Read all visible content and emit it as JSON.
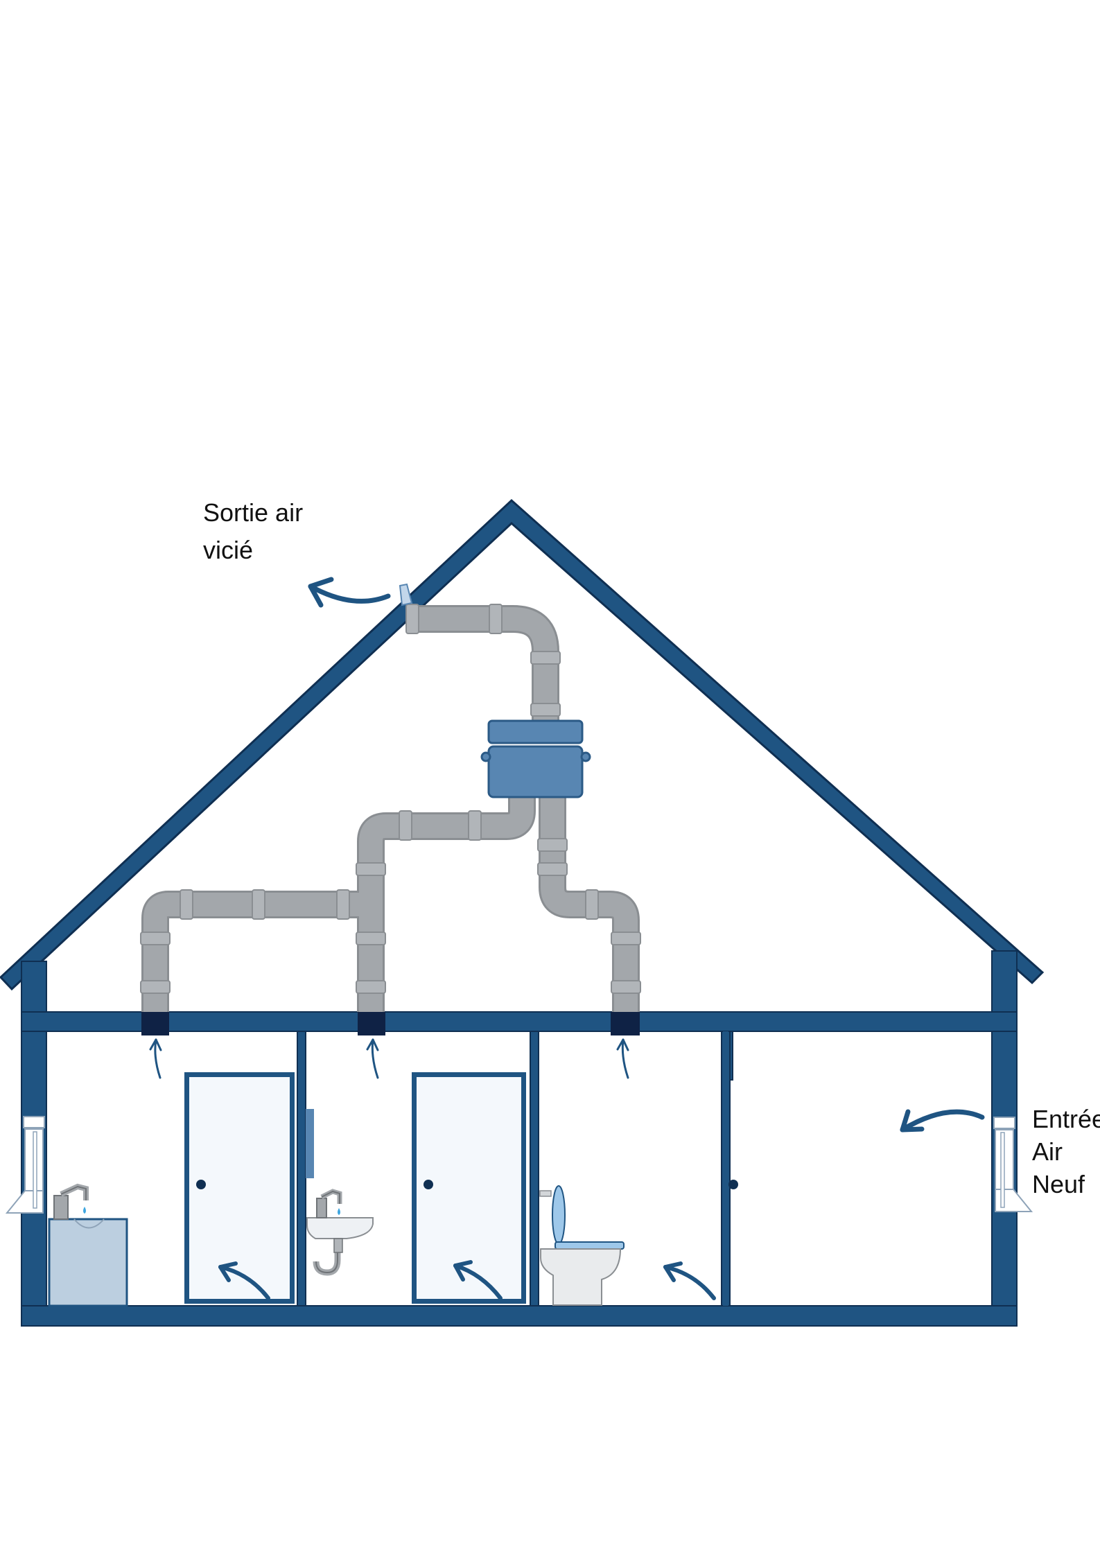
{
  "labels": {
    "exhaust_line1": "Sortie air",
    "exhaust_line2": "vicié",
    "intake_line1": "Entrée",
    "intake_line2": "Air",
    "intake_line3": "Neuf"
  },
  "colors": {
    "wall": "#1f5482",
    "wall_dark": "#0f2f52",
    "duct": "#a3a7ab",
    "duct_dark": "#8a8e92",
    "unit": "#5886b2",
    "vent": "#0f2245",
    "arrow": "#1f5482",
    "door_fill": "#f4f8fc",
    "cabinet": "#bccfe0",
    "toilet_seat": "#9ec8ea",
    "white": "#ffffff"
  },
  "icons": {
    "ventilation_unit": "vmc-unit-icon",
    "door": "door-icon",
    "sink": "sink-icon",
    "faucet": "faucet-icon",
    "toilet": "toilet-icon",
    "air_inlet": "air-inlet-icon",
    "roof_outlet": "roof-outlet-icon"
  }
}
